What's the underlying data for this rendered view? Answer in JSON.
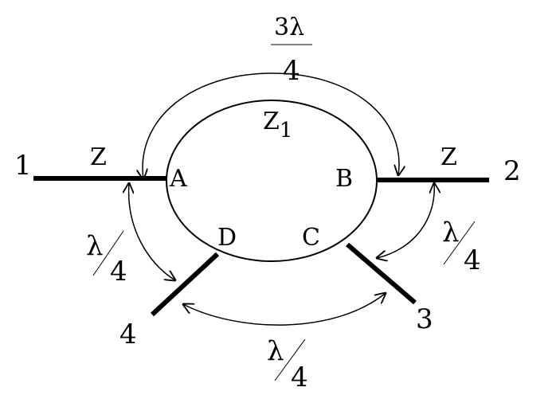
{
  "ports": {
    "p1": "1",
    "p2": "2",
    "p3": "3",
    "p4": "4"
  },
  "nodes": {
    "a": "A",
    "b": "B",
    "c": "C",
    "d": "D"
  },
  "impedances": {
    "line_left": "Z",
    "line_right": "Z",
    "ring": "Z",
    "ring_sub": "1"
  },
  "lengths": {
    "top": {
      "numerator": "3λ",
      "denominator": "4"
    },
    "left": {
      "numerator": "λ",
      "denominator": "4"
    },
    "right": {
      "numerator": "λ",
      "denominator": "4"
    },
    "bottom": {
      "numerator": "λ",
      "denominator": "4"
    }
  }
}
